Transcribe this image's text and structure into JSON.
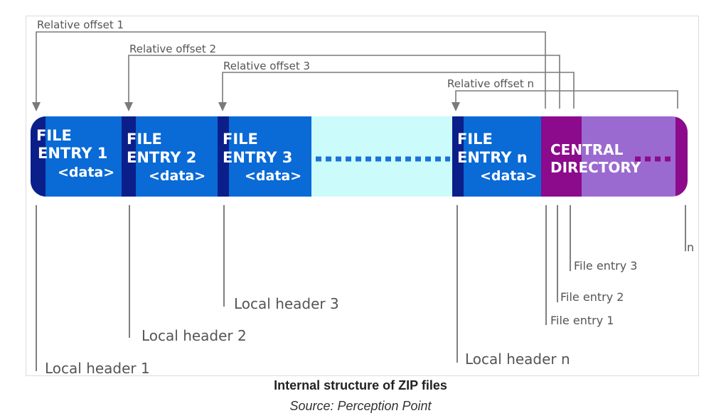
{
  "offsets": {
    "o1": "Relative offset 1",
    "o2": "Relative offset 2",
    "o3": "Relative offset 3",
    "on": "Relative offset n"
  },
  "entries": {
    "e1": {
      "line1": "FILE",
      "line2": "ENTRY 1",
      "line3": "<data>"
    },
    "e2": {
      "line1": "FILE",
      "line2": "ENTRY 2",
      "line3": "<data>"
    },
    "e3": {
      "line1": "FILE",
      "line2": "ENTRY 3",
      "line3": "<data>"
    },
    "en": {
      "line1": "FILE",
      "line2": "ENTRY n",
      "line3": "<data>"
    }
  },
  "central_directory": {
    "line1": "CENTRAL",
    "line2": "DIRECTORY"
  },
  "headers": {
    "h1": "Local header 1",
    "h2": "Local header 2",
    "h3": "Local header 3",
    "hn": "Local header n"
  },
  "cd_entries": {
    "c1": "File entry 1",
    "c2": "File entry 2",
    "c3": "File entry 3",
    "cn": "n"
  },
  "caption": {
    "title": "Internal structure of ZIP files",
    "source": "Source: Perception Point"
  },
  "colors": {
    "entry_blue": "#0a6ad6",
    "header_navy": "#0b1f8a",
    "gap_cyan": "#ccfbfb",
    "dot_blue": "#1a73d9",
    "cd_purple": "#8c0a8c",
    "cd_lavender": "#9b6ad0",
    "line_gray": "#7a7a7a"
  }
}
